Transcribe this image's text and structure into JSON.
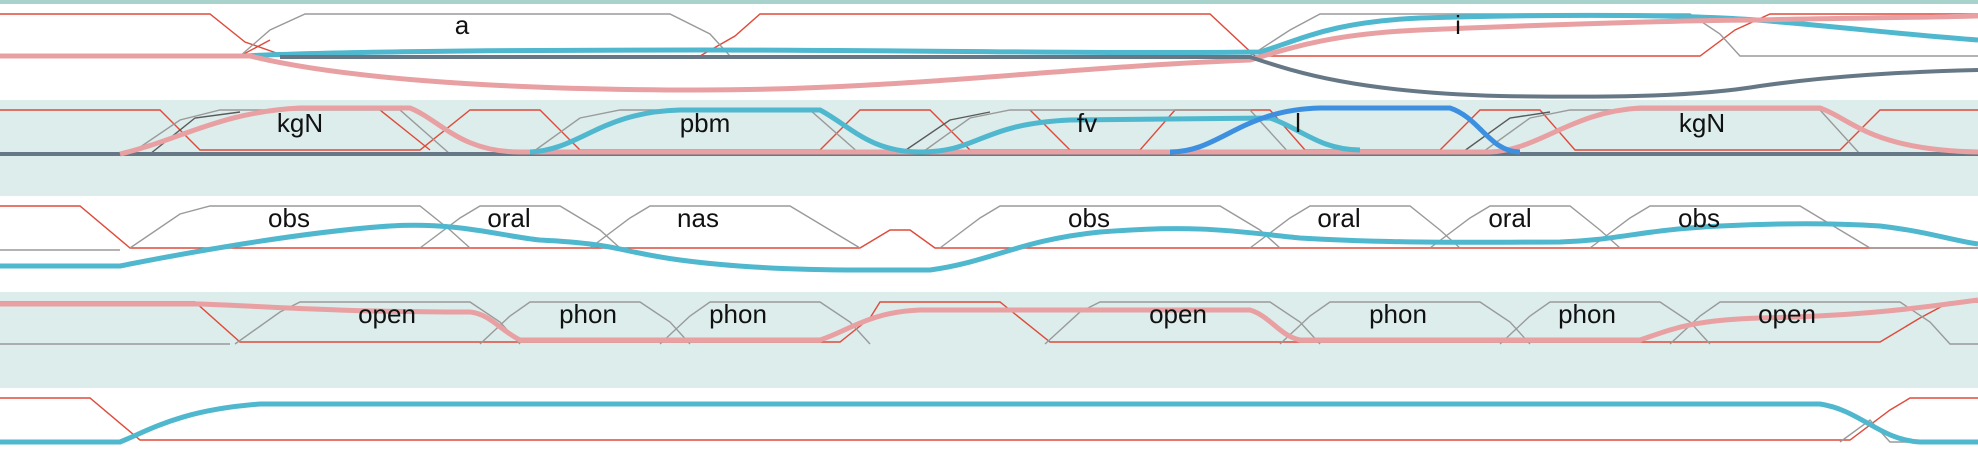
{
  "colors": {
    "band": "#dcedec",
    "top_rule": "#a8d3cc",
    "red_line": "#e04a3a",
    "gray_line": "#9a9a9a",
    "dark_gray_line": "#5a5a5a",
    "teal_curve": "#4fb7ce",
    "pink_curve": "#e8a0a2",
    "slate_curve": "#667885",
    "blue_curve": "#3d8fe0"
  },
  "tiers": [
    {
      "id": "vowel",
      "labels": [
        "a",
        "i"
      ],
      "icons": [
        "teal-curve",
        "pink-curve",
        "slate-curve"
      ]
    },
    {
      "id": "place",
      "labels": [
        "kgN",
        "pbm",
        "fv",
        "l",
        "kgN"
      ],
      "icons": [
        "teal-curve",
        "pink-curve",
        "blue-curve",
        "slate-curve"
      ]
    },
    {
      "id": "manner",
      "labels": [
        "obs",
        "oral",
        "nas",
        "obs",
        "oral",
        "oral",
        "obs"
      ],
      "icons": [
        "teal-curve"
      ]
    },
    {
      "id": "phonation",
      "labels": [
        "open",
        "phon",
        "phon",
        "open",
        "phon",
        "phon",
        "open"
      ],
      "icons": [
        "pink-curve"
      ]
    },
    {
      "id": "velum",
      "labels": [],
      "icons": [
        "teal-curve"
      ]
    }
  ]
}
